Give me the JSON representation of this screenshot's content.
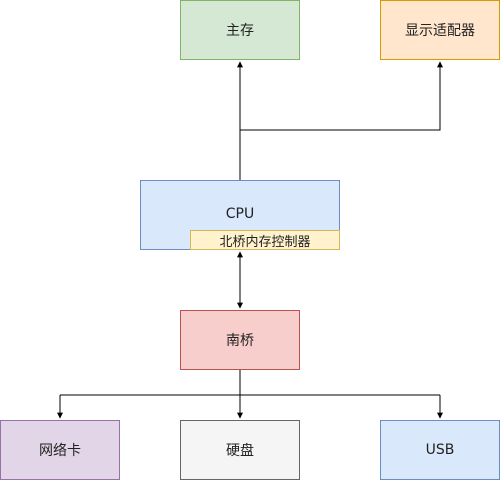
{
  "diagram": {
    "nodes": [
      {
        "id": "main_memory",
        "label": "主存",
        "fill": "#d5e8d4",
        "stroke": "#82b366"
      },
      {
        "id": "display",
        "label": "显示适配器",
        "fill": "#ffe6cc",
        "stroke": "#d79b00"
      },
      {
        "id": "cpu",
        "label": "CPU",
        "fill": "#dae8fc",
        "stroke": "#6c8ebf"
      },
      {
        "id": "northbridge",
        "label": "北桥内存控制器",
        "fill": "#fff2cc",
        "stroke": "#d6b656"
      },
      {
        "id": "southbridge",
        "label": "南桥",
        "fill": "#f8cecc",
        "stroke": "#b85450"
      },
      {
        "id": "nic",
        "label": "网络卡",
        "fill": "#e1d5e7",
        "stroke": "#9673a6"
      },
      {
        "id": "disk",
        "label": "硬盘",
        "fill": "#f5f5f5",
        "stroke": "#666666"
      },
      {
        "id": "usb",
        "label": "USB",
        "fill": "#dae8fc",
        "stroke": "#6c8ebf"
      }
    ],
    "edges": [
      {
        "from": "cpu",
        "to": "main_memory",
        "arrows": "end"
      },
      {
        "from": "cpu",
        "to": "display",
        "arrows": "end"
      },
      {
        "from": "northbridge",
        "to": "southbridge",
        "arrows": "both"
      },
      {
        "from": "southbridge",
        "to": "nic",
        "arrows": "end"
      },
      {
        "from": "southbridge",
        "to": "disk",
        "arrows": "end"
      },
      {
        "from": "southbridge",
        "to": "usb",
        "arrows": "end"
      }
    ],
    "line_color": "#000000"
  }
}
